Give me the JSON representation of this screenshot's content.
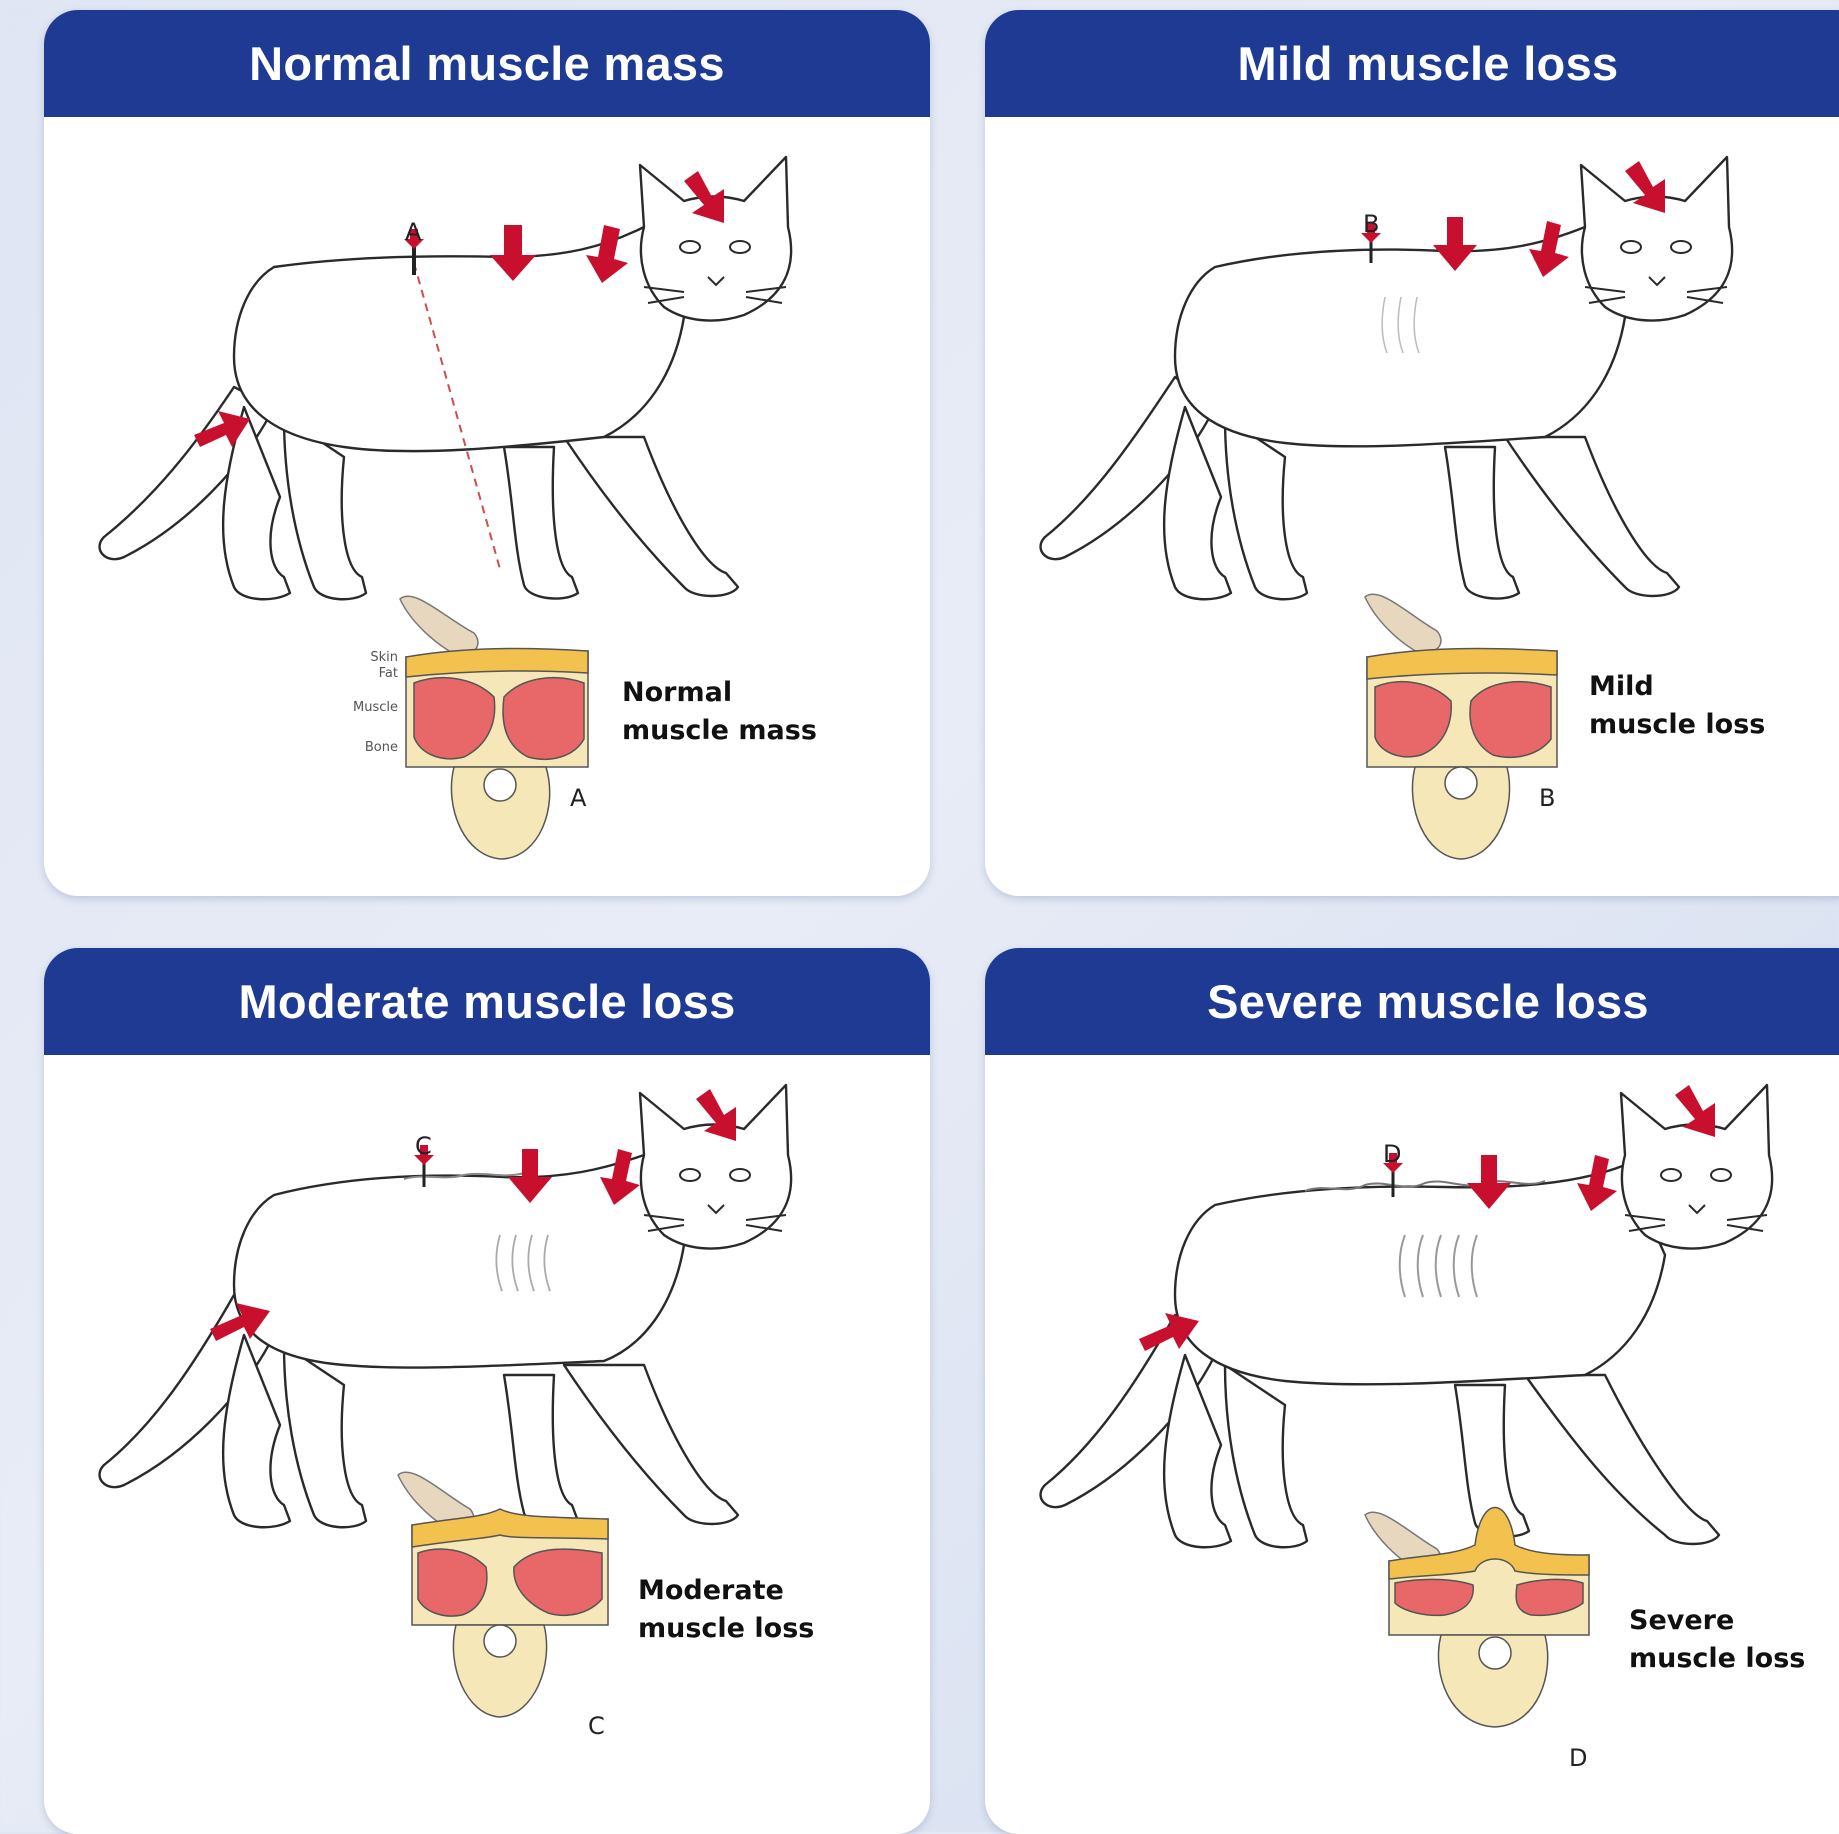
{
  "panels": [
    {
      "title": "Normal muscle mass",
      "caption_line1": "Normal",
      "caption_line2": "muscle mass",
      "marker": "A",
      "cross_section_letter": "A",
      "layer_labels": {
        "skin": "Skin",
        "fat": "Fat",
        "muscle": "Muscle",
        "bone": "Bone"
      }
    },
    {
      "title": "Mild muscle loss",
      "caption_line1": "Mild",
      "caption_line2": "muscle loss",
      "marker": "B",
      "cross_section_letter": "B"
    },
    {
      "title": "Moderate muscle loss",
      "caption_line1": "Moderate",
      "caption_line2": "muscle loss",
      "marker": "C",
      "cross_section_letter": "C"
    },
    {
      "title": "Severe muscle loss",
      "caption_line1": "Severe",
      "caption_line2": "muscle loss",
      "marker": "D",
      "cross_section_letter": "D"
    }
  ],
  "colors": {
    "header": "#1e3a93",
    "arrow": "#c8102e",
    "muscle": "#e8686a",
    "fat": "#f2c14e",
    "bone": "#f6e7b8"
  }
}
